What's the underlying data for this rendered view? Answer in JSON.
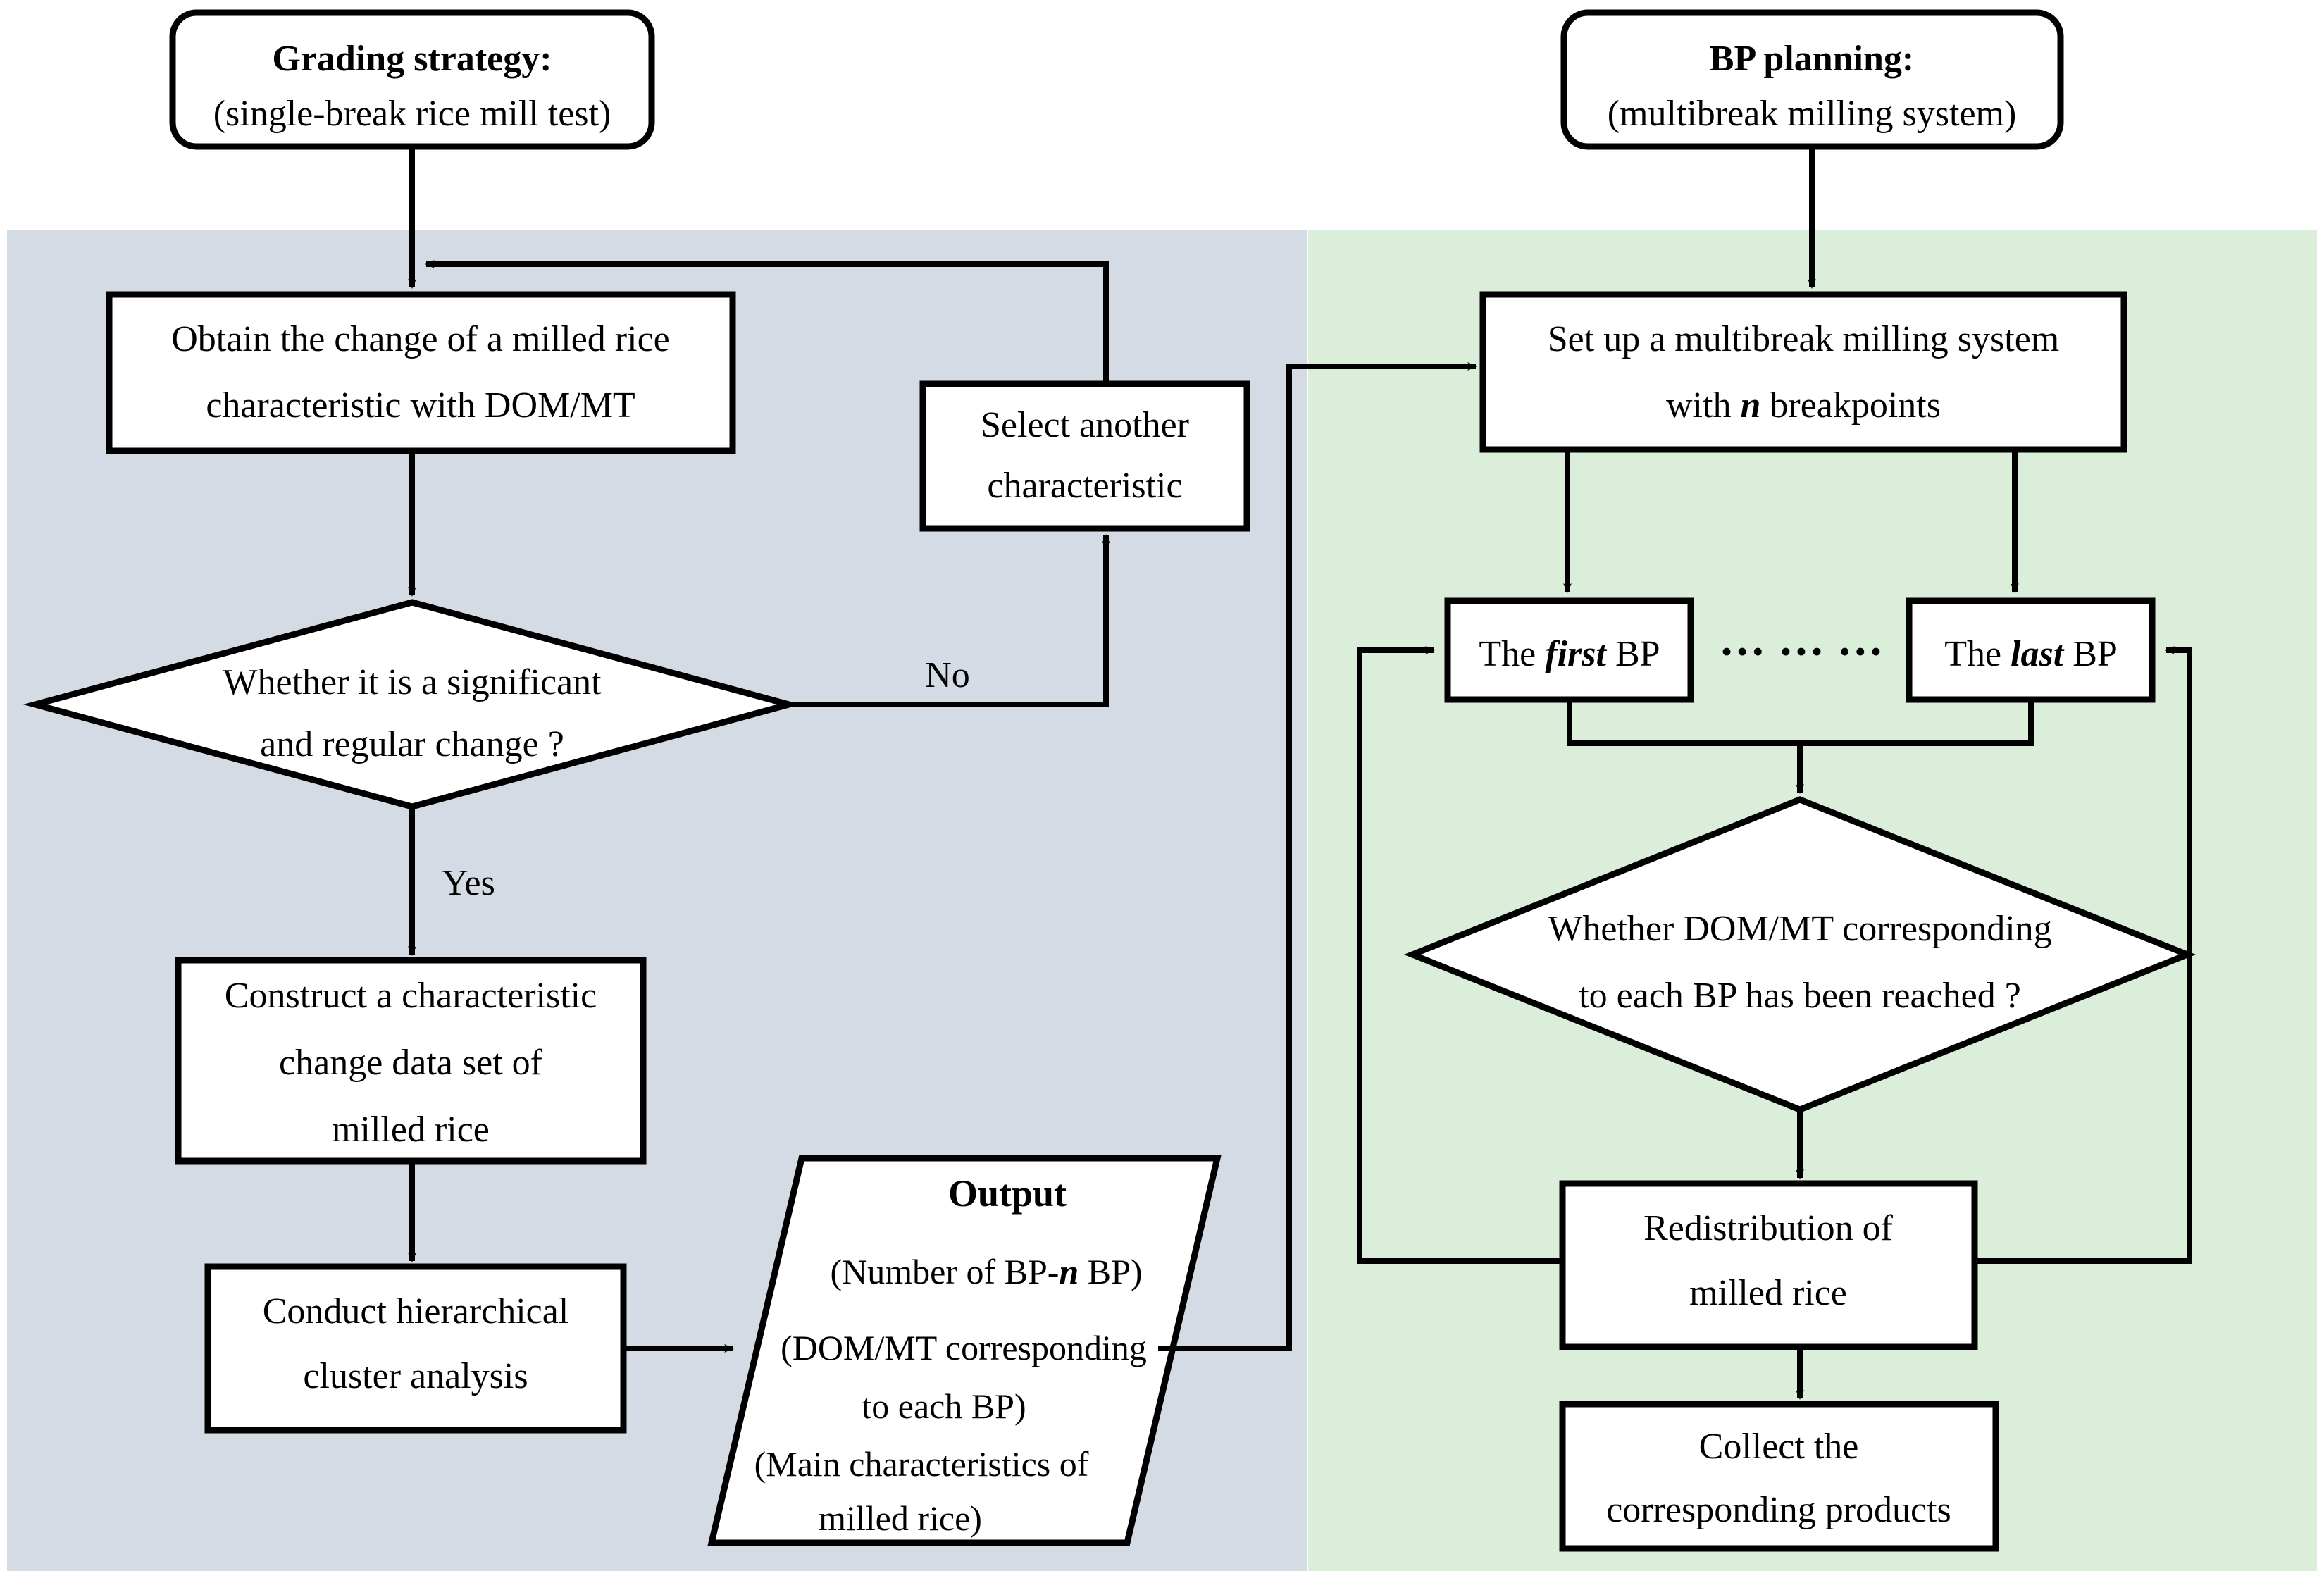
{
  "diagram": {
    "title_left": "Grading strategy:",
    "subtitle_left": "(single-break rice mill test)",
    "title_right": "BP planning:",
    "subtitle_right": "(multibreak milling system)",
    "panel_left_color": "#d4dbe4",
    "panel_right_color": "#daeeda",
    "stroke_color": "#000000",
    "node_fill": "#ffffff"
  },
  "left_flow": {
    "start_line1": "Grading strategy:",
    "start_line2": "(single-break rice mill test)",
    "obtain_line1": "Obtain the change of a milled rice",
    "obtain_line2": "characteristic with DOM/MT",
    "decision_line1": "Whether it is a significant",
    "decision_line2": "and regular change ?",
    "label_no": "No",
    "label_yes": "Yes",
    "select_line1": "Select another",
    "select_line2": "characteristic",
    "construct_line1": "Construct a characteristic",
    "construct_line2": "change data set of",
    "construct_line3": "milled rice",
    "cluster_line1": "Conduct hierarchical",
    "cluster_line2": "cluster analysis",
    "output_title": "Output",
    "output_line1_a": "(Number of BP-",
    "output_line1_n": "n",
    "output_line1_b": " BP)",
    "output_line2": "(DOM/MT corresponding",
    "output_line3": "to each BP)",
    "output_line4": "(Main characteristics of",
    "output_line5": "milled rice)"
  },
  "right_flow": {
    "start_line1": "BP planning:",
    "start_line2": "(multibreak milling system)",
    "setup_line1": "Set up a multibreak milling system",
    "setup_line2_a": "with ",
    "setup_line2_n": "n",
    "setup_line2_b": " breakpoints",
    "first_bp_a": "The ",
    "first_bp_em": "first",
    "first_bp_b": " BP",
    "ellipsis": "•••  •••  •••",
    "last_bp_a": "The ",
    "last_bp_em": "last",
    "last_bp_b": " BP",
    "decision_line1": "Whether DOM/MT corresponding",
    "decision_line2": "to each BP has been reached ?",
    "redistribution_line1": "Redistribution of",
    "redistribution_line2": "milled rice",
    "collect_line1": "Collect the",
    "collect_line2": "corresponding products"
  }
}
